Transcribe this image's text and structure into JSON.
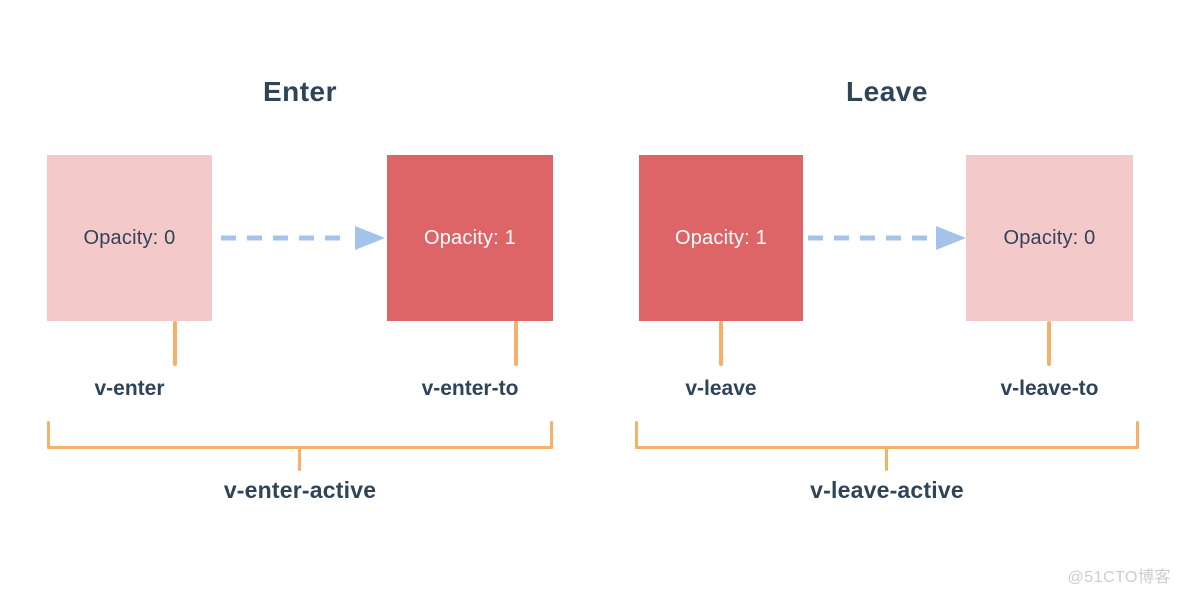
{
  "page": {
    "watermark": "@51CTO博客"
  },
  "colors": {
    "box_pink": "#f3c9ca",
    "box_red": "#dd6467",
    "text_dark": "#2f4458",
    "text_light": "#ffffff",
    "arrow_blue": "#a4c3e9",
    "bracket_orange": "#f5b06a",
    "watermark_gray": "#cdcdcd"
  },
  "diagrams": [
    {
      "title": "Enter",
      "start_box": {
        "label": "Opacity: 0",
        "variant": "pink"
      },
      "end_box": {
        "label": "Opacity: 1",
        "variant": "red"
      },
      "start_class": "v-enter",
      "end_class": "v-enter-to",
      "active_class": "v-enter-active"
    },
    {
      "title": "Leave",
      "start_box": {
        "label": "Opacity: 1",
        "variant": "red"
      },
      "end_box": {
        "label": "Opacity: 0",
        "variant": "pink"
      },
      "start_class": "v-leave",
      "end_class": "v-leave-to",
      "active_class": "v-leave-active"
    }
  ]
}
